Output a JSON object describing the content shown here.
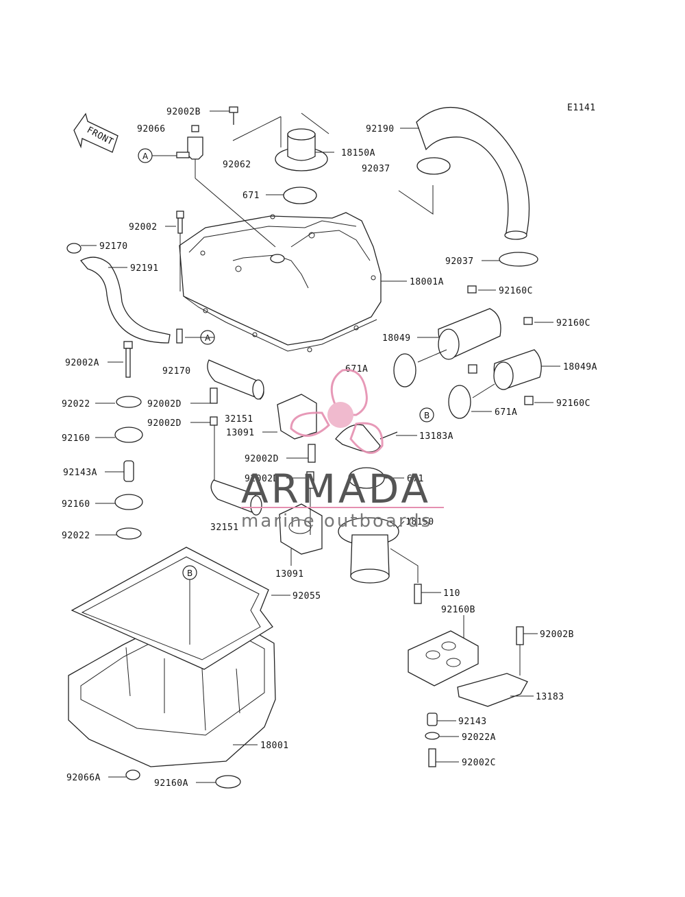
{
  "diagram_code": "E1141",
  "front_label": "FRONT",
  "callouts": {
    "a": "A",
    "b": "B"
  },
  "watermark": {
    "brand": "ARMADA",
    "tagline": "marine outboards",
    "logo_colors": {
      "primary": "#e58fb0",
      "fill": "#efb3c9"
    }
  },
  "parts": [
    "92002B",
    "92066",
    "92062",
    "18150A",
    "92190",
    "92037",
    "671",
    "92002",
    "92170",
    "92191",
    "18001A",
    "92037",
    "92160C",
    "18049",
    "92160C",
    "18049A",
    "92002A",
    "92170",
    "671A",
    "92160C",
    "671A",
    "92022",
    "92002D",
    "32151",
    "92002D",
    "13091",
    "13183A",
    "92160",
    "92002D",
    "92143A",
    "92002D",
    "671",
    "92160",
    "32151",
    "18150",
    "92022",
    "13091",
    "92055",
    "110",
    "92160B",
    "92002B",
    "13183",
    "18001",
    "92143",
    "92022A",
    "92002C",
    "92066A",
    "92160A"
  ]
}
